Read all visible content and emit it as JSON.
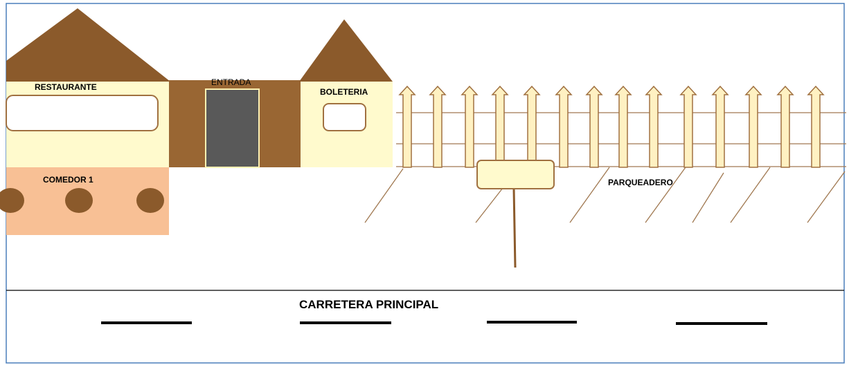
{
  "labels": {
    "restaurante": "RESTAURANTE",
    "entrada": "ENTRADA",
    "boleteria": "BOLETERIA",
    "comedor": "COMEDOR 1",
    "parqueadero": "PARQUEADERO",
    "carretera": "CARRETERA PRINCIPAL"
  },
  "colors": {
    "frame": "#4a7ebb",
    "roof": "#8b5a2b",
    "wall_brown": "#996633",
    "wall_cream": "#fffacd",
    "door": "#595959",
    "door_border": "#fff2b3",
    "comedor": "#f8c095",
    "table": "#8b5a2b",
    "fence_post": "#fff1c2",
    "fence_outline": "#a07040",
    "rail": "#a07850",
    "parking_line": "#a07850",
    "road_line": "#000000"
  },
  "fence": {
    "post_count": 14
  },
  "dining": {
    "table_count": 3
  },
  "road": {
    "dash_count": 4
  },
  "parking": {
    "line_count": 7
  }
}
